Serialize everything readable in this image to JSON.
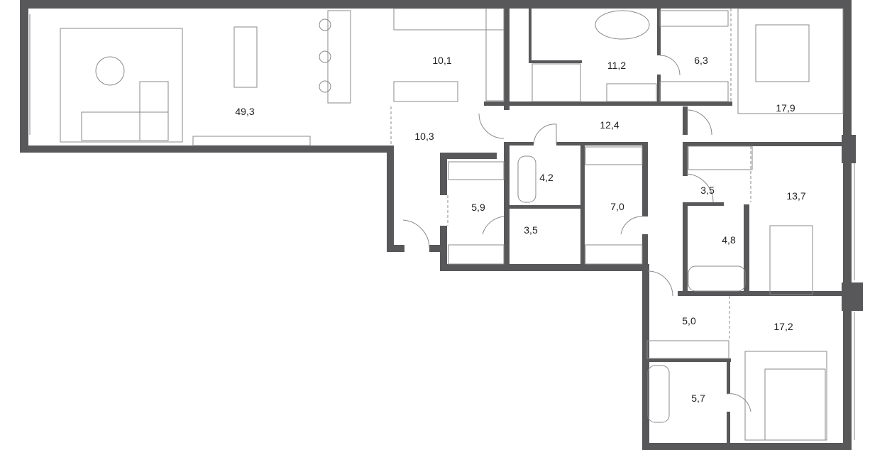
{
  "plan": {
    "wall_color": "#58585a",
    "rooms": [
      {
        "id": "living",
        "area": "49,3"
      },
      {
        "id": "kitchen",
        "area": "10,1"
      },
      {
        "id": "master-bath",
        "area": "11,2"
      },
      {
        "id": "dressing-1",
        "area": "6,3"
      },
      {
        "id": "bedroom-1",
        "area": "17,9"
      },
      {
        "id": "entry",
        "area": "10,3"
      },
      {
        "id": "hall",
        "area": "12,4"
      },
      {
        "id": "bath-small",
        "area": "4,2"
      },
      {
        "id": "closet-1",
        "area": "5,9"
      },
      {
        "id": "dressing-2",
        "area": "7,0"
      },
      {
        "id": "wc",
        "area": "3,5"
      },
      {
        "id": "hall-2",
        "area": "3,5"
      },
      {
        "id": "bedroom-2",
        "area": "13,7"
      },
      {
        "id": "bath-2",
        "area": "4,8"
      },
      {
        "id": "hall-3",
        "area": "5,0"
      },
      {
        "id": "bedroom-3",
        "area": "17,2"
      },
      {
        "id": "bath-3",
        "area": "5,7"
      }
    ]
  }
}
